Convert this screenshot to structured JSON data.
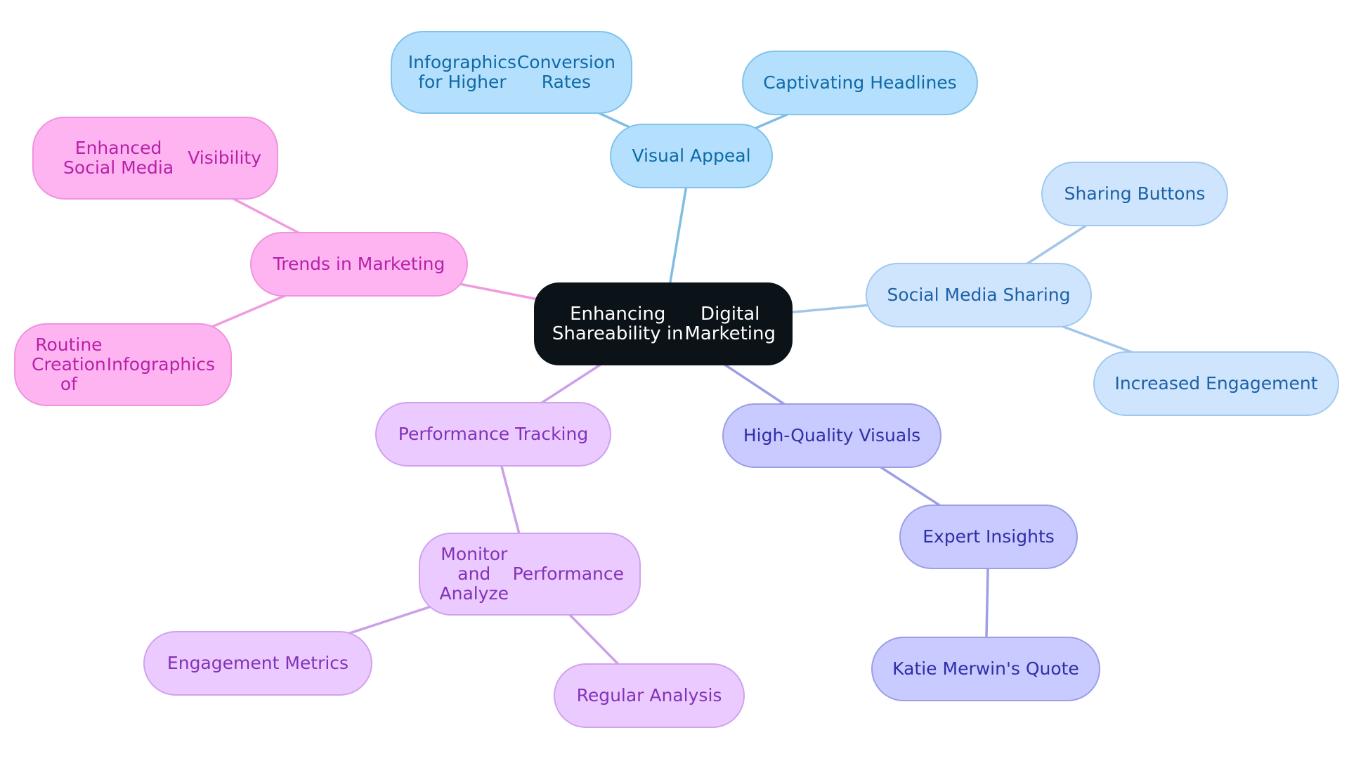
{
  "colors": {
    "root": {
      "fill": "#0b1218",
      "stroke": "#0b1218",
      "text": "#ffffff",
      "edge": "#0b1218"
    },
    "visual": {
      "fill": "#b4e0fe",
      "stroke": "#7fc3ec",
      "text": "#0f6aa6",
      "edge": "#7fbde3"
    },
    "social": {
      "fill": "#cfe4fd",
      "stroke": "#a2c8ef",
      "text": "#1d62a6",
      "edge": "#a2c6ea"
    },
    "quality": {
      "fill": "#c9caff",
      "stroke": "#9c9ee6",
      "text": "#2f2fa6",
      "edge": "#9d9fe3"
    },
    "performance": {
      "fill": "#ebcbff",
      "stroke": "#cfa2ee",
      "text": "#8232b8",
      "edge": "#cba0e8"
    },
    "trends": {
      "fill": "#ffb4f2",
      "stroke": "#ee93dd",
      "text": "#b621a8",
      "edge": "#ef9bdf"
    }
  },
  "nodes": {
    "root": {
      "label": [
        "Enhancing Shareability in",
        "Digital Marketing"
      ],
      "group": "root"
    },
    "visual_appeal": {
      "label": [
        "Visual Appeal"
      ],
      "group": "visual"
    },
    "infographics_conversion": {
      "label": [
        "Infographics for Higher",
        "Conversion Rates"
      ],
      "group": "visual"
    },
    "captivating_headlines": {
      "label": [
        "Captivating Headlines"
      ],
      "group": "visual"
    },
    "social_media_sharing": {
      "label": [
        "Social Media Sharing"
      ],
      "group": "social"
    },
    "sharing_buttons": {
      "label": [
        "Sharing Buttons"
      ],
      "group": "social"
    },
    "increased_engagement": {
      "label": [
        "Increased Engagement"
      ],
      "group": "social"
    },
    "high_quality_visuals": {
      "label": [
        "High-Quality Visuals"
      ],
      "group": "quality"
    },
    "expert_insights": {
      "label": [
        "Expert Insights"
      ],
      "group": "quality"
    },
    "katie_quote": {
      "label": [
        "Katie Merwin's Quote"
      ],
      "group": "quality"
    },
    "performance_tracking": {
      "label": [
        "Performance Tracking"
      ],
      "group": "performance"
    },
    "monitor_analyze": {
      "label": [
        "Monitor and Analyze",
        "Performance"
      ],
      "group": "performance"
    },
    "engagement_metrics": {
      "label": [
        "Engagement Metrics"
      ],
      "group": "performance"
    },
    "regular_analysis": {
      "label": [
        "Regular Analysis"
      ],
      "group": "performance"
    },
    "trends_marketing": {
      "label": [
        "Trends in Marketing"
      ],
      "group": "trends"
    },
    "social_visibility": {
      "label": [
        "Enhanced Social Media",
        "Visibility"
      ],
      "group": "trends"
    },
    "routine_infographics": {
      "label": [
        "Routine Creation of",
        "Infographics"
      ],
      "group": "trends"
    }
  },
  "edges": [
    {
      "from": "root",
      "to": "visual_appeal"
    },
    {
      "from": "visual_appeal",
      "to": "infographics_conversion"
    },
    {
      "from": "visual_appeal",
      "to": "captivating_headlines"
    },
    {
      "from": "root",
      "to": "social_media_sharing"
    },
    {
      "from": "social_media_sharing",
      "to": "sharing_buttons"
    },
    {
      "from": "social_media_sharing",
      "to": "increased_engagement"
    },
    {
      "from": "root",
      "to": "high_quality_visuals"
    },
    {
      "from": "high_quality_visuals",
      "to": "expert_insights"
    },
    {
      "from": "expert_insights",
      "to": "katie_quote"
    },
    {
      "from": "root",
      "to": "performance_tracking"
    },
    {
      "from": "performance_tracking",
      "to": "monitor_analyze"
    },
    {
      "from": "monitor_analyze",
      "to": "engagement_metrics"
    },
    {
      "from": "monitor_analyze",
      "to": "regular_analysis"
    },
    {
      "from": "root",
      "to": "trends_marketing"
    },
    {
      "from": "trends_marketing",
      "to": "social_visibility"
    },
    {
      "from": "trends_marketing",
      "to": "routine_infographics"
    }
  ]
}
